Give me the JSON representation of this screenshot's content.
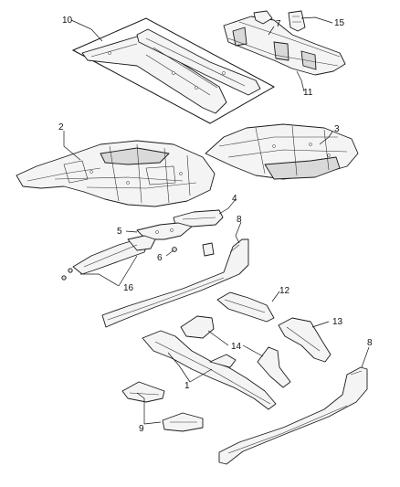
{
  "callouts": {
    "c1": "1",
    "c2": "2",
    "c3": "3",
    "c4": "4",
    "c5": "5",
    "c6": "6",
    "c7": "7",
    "c8_top": "8",
    "c8_bottom": "8",
    "c9": "9",
    "c10": "10",
    "c11": "11",
    "c12": "12",
    "c13": "13",
    "c14": "14",
    "c15": "15",
    "c16": "16"
  }
}
